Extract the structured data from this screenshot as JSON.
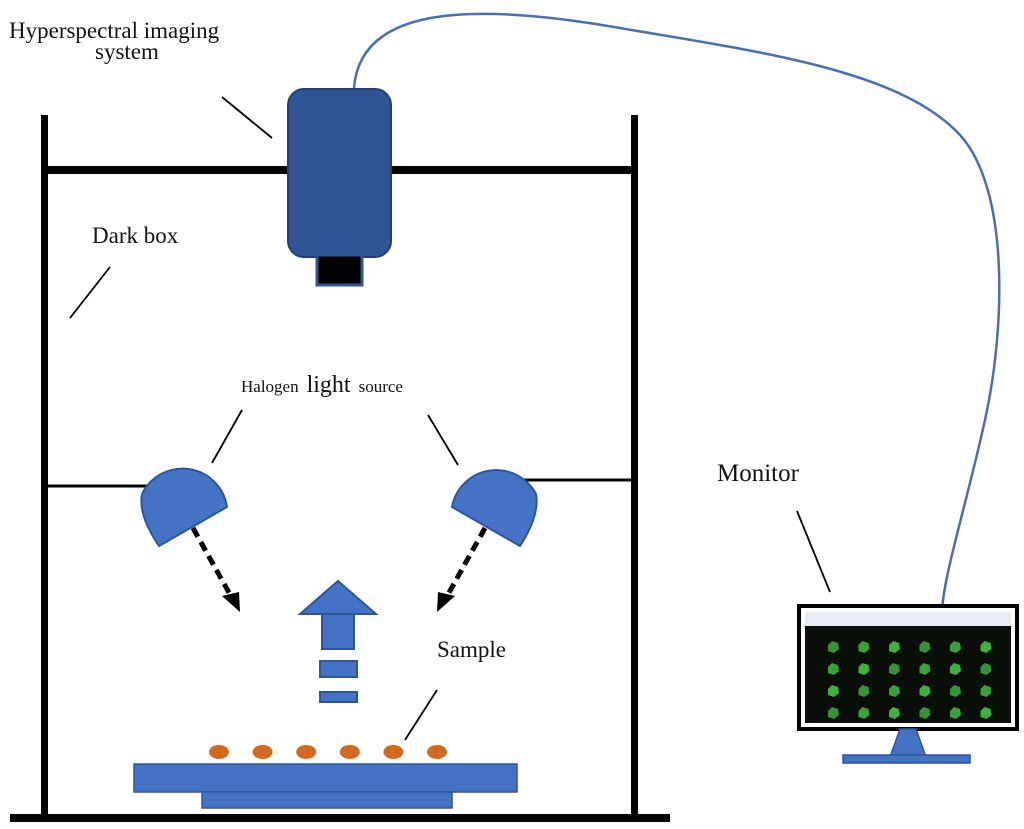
{
  "labels": {
    "hsi_line1": "Hyperspectral imaging",
    "hsi_line2": "system",
    "dark_box": "Dark box",
    "halogen_small1": "Halogen",
    "halogen_big": "light",
    "halogen_small2": "source",
    "monitor": "Monitor",
    "sample": "Sample"
  },
  "colors": {
    "device_blue": "#4472C4",
    "camera_blue": "#2F5597",
    "frame": "#000000",
    "cable": "#4A6FB0",
    "sample_orange": "#D2691E",
    "monitor_screen": "#0a0f0a",
    "crystal_green": "#46c046"
  },
  "monitor_screen": {
    "rows": 4,
    "cols": 6
  },
  "sample_count": 6
}
